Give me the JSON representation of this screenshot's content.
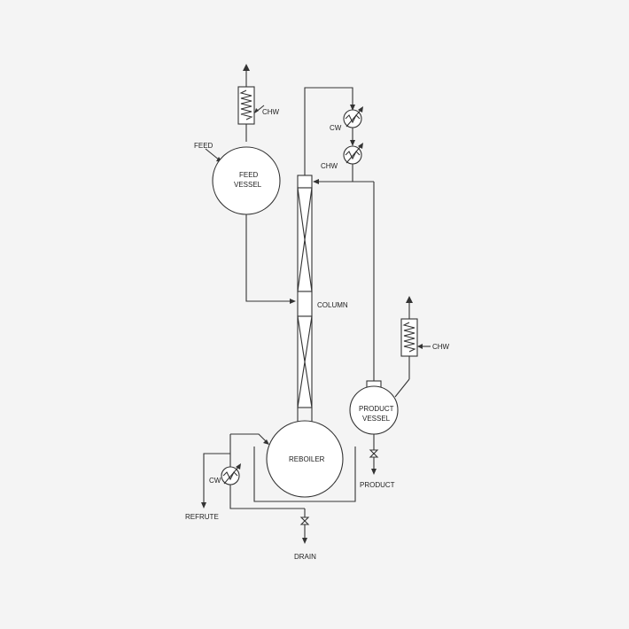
{
  "labels": {
    "feed": "FEED",
    "feed_vessel_l1": "FEED",
    "feed_vessel_l2": "VESSEL",
    "chw_top": "CHW",
    "cw_top": "CW",
    "chw_mid": "CHW",
    "column": "COLUMN",
    "chw_right": "CHW",
    "product_vessel_l1": "PRODUCT",
    "product_vessel_l2": "VESSEL",
    "reboiler": "REBOILER",
    "cw_bottom": "CW",
    "refrute": "REFRUTE",
    "product": "PRODUCT",
    "drain": "DRAIN"
  },
  "colors": {
    "line": "#333333",
    "background": "#f4f4f4",
    "fill": "#ffffff"
  }
}
